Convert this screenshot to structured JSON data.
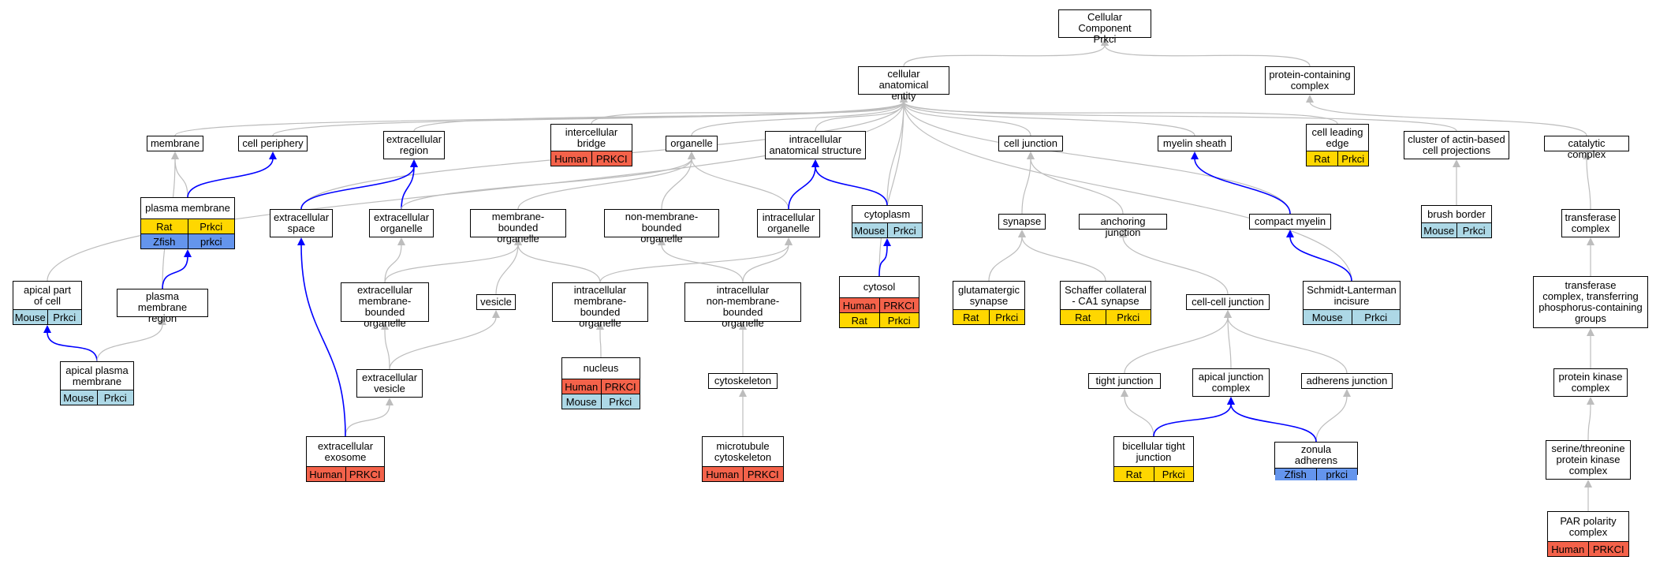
{
  "colors": {
    "Human": "#f4624a",
    "Rat": "#ffd700",
    "Mouse": "#add8e6",
    "Zfish": "#6495ed",
    "edge_isa": "#bdbdbd",
    "edge_partof": "#0000ff"
  },
  "nodes": [
    {
      "id": "cc",
      "label": "Cellular Component\nPrkci",
      "annotations": []
    },
    {
      "id": "cae",
      "label": "cellular anatomical\nentity",
      "annotations": []
    },
    {
      "id": "pcc",
      "label": "protein-containing\ncomplex",
      "annotations": []
    },
    {
      "id": "membrane",
      "label": "membrane",
      "annotations": []
    },
    {
      "id": "periphery",
      "label": "cell periphery",
      "annotations": []
    },
    {
      "id": "exreg",
      "label": "extracellular\nregion",
      "annotations": []
    },
    {
      "id": "icbridge",
      "label": "intercellular\nbridge",
      "annotations": [
        {
          "species": "Human",
          "gene": "PRKCI"
        }
      ]
    },
    {
      "id": "organelle",
      "label": "organelle",
      "annotations": []
    },
    {
      "id": "icas",
      "label": "intracellular\nanatomical structure",
      "annotations": []
    },
    {
      "id": "celljunction",
      "label": "cell junction",
      "annotations": []
    },
    {
      "id": "myelin",
      "label": "myelin sheath",
      "annotations": []
    },
    {
      "id": "leadingedge",
      "label": "cell leading\nedge",
      "annotations": [
        {
          "species": "Rat",
          "gene": "Prkci"
        }
      ]
    },
    {
      "id": "actinproj",
      "label": "cluster of actin-based\ncell projections",
      "annotations": []
    },
    {
      "id": "catalytic",
      "label": "catalytic complex",
      "annotations": []
    },
    {
      "id": "pm",
      "label": "plasma membrane",
      "annotations": [
        {
          "species": "Rat",
          "gene": "Prkci"
        },
        {
          "species": "Zfish",
          "gene": "prkci"
        }
      ]
    },
    {
      "id": "exspace",
      "label": "extracellular\nspace",
      "annotations": []
    },
    {
      "id": "exorg",
      "label": "extracellular\norganelle",
      "annotations": []
    },
    {
      "id": "mbo",
      "label": "membrane-bounded\norganelle",
      "annotations": []
    },
    {
      "id": "nmbo",
      "label": "non-membrane-bounded\norganelle",
      "annotations": []
    },
    {
      "id": "icorg",
      "label": "intracellular\norganelle",
      "annotations": []
    },
    {
      "id": "cytoplasm",
      "label": "cytoplasm",
      "annotations": [
        {
          "species": "Mouse",
          "gene": "Prkci"
        }
      ]
    },
    {
      "id": "synapse",
      "label": "synapse",
      "annotations": []
    },
    {
      "id": "anchoring",
      "label": "anchoring junction",
      "annotations": []
    },
    {
      "id": "compactmyelin",
      "label": "compact myelin",
      "annotations": []
    },
    {
      "id": "brushborder",
      "label": "brush border",
      "annotations": [
        {
          "species": "Mouse",
          "gene": "Prkci"
        }
      ]
    },
    {
      "id": "transferase",
      "label": "transferase\ncomplex",
      "annotations": []
    },
    {
      "id": "apicalpart",
      "label": "apical part\nof cell",
      "annotations": [
        {
          "species": "Mouse",
          "gene": "Prkci"
        }
      ]
    },
    {
      "id": "pmregion",
      "label": "plasma membrane\nregion",
      "annotations": []
    },
    {
      "id": "exmbo",
      "label": "extracellular\nmembrane-bounded\norganelle",
      "annotations": []
    },
    {
      "id": "vesicle",
      "label": "vesicle",
      "annotations": []
    },
    {
      "id": "icmbo",
      "label": "intracellular\nmembrane-bounded\norganelle",
      "annotations": []
    },
    {
      "id": "icnmbo",
      "label": "intracellular\nnon-membrane-bounded\norganelle",
      "annotations": []
    },
    {
      "id": "cytosol",
      "label": "cytosol",
      "annotations": [
        {
          "species": "Human",
          "gene": "PRKCI"
        },
        {
          "species": "Rat",
          "gene": "Prkci"
        }
      ]
    },
    {
      "id": "glutsyn",
      "label": "glutamatergic\nsynapse",
      "annotations": [
        {
          "species": "Rat",
          "gene": "Prkci"
        }
      ]
    },
    {
      "id": "schaffer",
      "label": "Schaffer collateral\n- CA1 synapse",
      "annotations": [
        {
          "species": "Rat",
          "gene": "Prkci"
        }
      ]
    },
    {
      "id": "cellcell",
      "label": "cell-cell junction",
      "annotations": []
    },
    {
      "id": "schmidt",
      "label": "Schmidt-Lanterman\nincisure",
      "annotations": [
        {
          "species": "Mouse",
          "gene": "Prkci"
        }
      ]
    },
    {
      "id": "transferase2",
      "label": "transferase\ncomplex, transferring\nphosphorus-containing\ngroups",
      "annotations": []
    },
    {
      "id": "apicalpm",
      "label": "apical plasma\nmembrane",
      "annotations": [
        {
          "species": "Mouse",
          "gene": "Prkci"
        }
      ]
    },
    {
      "id": "exvesicle",
      "label": "extracellular\nvesicle",
      "annotations": []
    },
    {
      "id": "nucleus",
      "label": "nucleus",
      "annotations": [
        {
          "species": "Human",
          "gene": "PRKCI"
        },
        {
          "species": "Mouse",
          "gene": "Prkci"
        }
      ]
    },
    {
      "id": "cytoskeleton",
      "label": "cytoskeleton",
      "annotations": []
    },
    {
      "id": "tightjunction",
      "label": "tight junction",
      "annotations": []
    },
    {
      "id": "apicaljunction",
      "label": "apical junction\ncomplex",
      "annotations": []
    },
    {
      "id": "adherens",
      "label": "adherens junction",
      "annotations": []
    },
    {
      "id": "pkc",
      "label": "protein kinase\ncomplex",
      "annotations": []
    },
    {
      "id": "exosome",
      "label": "extracellular\nexosome",
      "annotations": [
        {
          "species": "Human",
          "gene": "PRKCI"
        }
      ]
    },
    {
      "id": "mtcyto",
      "label": "microtubule\ncytoskeleton",
      "annotations": [
        {
          "species": "Human",
          "gene": "PRKCI"
        }
      ]
    },
    {
      "id": "bicellular",
      "label": "bicellular tight\njunction",
      "annotations": [
        {
          "species": "Rat",
          "gene": "Prkci"
        }
      ]
    },
    {
      "id": "zonula",
      "label": "zonula adherens",
      "annotations": [
        {
          "species": "Zfish",
          "gene": "prkci"
        }
      ]
    },
    {
      "id": "serthr",
      "label": "serine/threonine\nprotein kinase\ncomplex",
      "annotations": []
    },
    {
      "id": "par",
      "label": "PAR polarity\ncomplex",
      "annotations": [
        {
          "species": "Human",
          "gene": "PRKCI"
        }
      ]
    }
  ],
  "edges": [
    {
      "from": "cae",
      "to": "cc",
      "type": "is_a"
    },
    {
      "from": "pcc",
      "to": "cc",
      "type": "is_a"
    },
    {
      "from": "membrane",
      "to": "cae",
      "type": "is_a"
    },
    {
      "from": "periphery",
      "to": "cae",
      "type": "is_a"
    },
    {
      "from": "exreg",
      "to": "cae",
      "type": "is_a"
    },
    {
      "from": "icbridge",
      "to": "cae",
      "type": "is_a"
    },
    {
      "from": "organelle",
      "to": "cae",
      "type": "is_a"
    },
    {
      "from": "icas",
      "to": "cae",
      "type": "is_a"
    },
    {
      "from": "celljunction",
      "to": "cae",
      "type": "is_a"
    },
    {
      "from": "myelin",
      "to": "cae",
      "type": "is_a"
    },
    {
      "from": "leadingedge",
      "to": "cae",
      "type": "is_a"
    },
    {
      "from": "actinproj",
      "to": "cae",
      "type": "is_a"
    },
    {
      "from": "apicalpart",
      "to": "cae",
      "type": "is_a"
    },
    {
      "from": "exspace",
      "to": "cae",
      "type": "is_a"
    },
    {
      "from": "cytoplasm",
      "to": "cae",
      "type": "is_a"
    },
    {
      "from": "cytosol",
      "to": "cae",
      "type": "is_a"
    },
    {
      "from": "compactmyelin",
      "to": "cae",
      "type": "is_a"
    },
    {
      "from": "schmidt",
      "to": "cae",
      "type": "is_a"
    },
    {
      "from": "catalytic",
      "to": "pcc",
      "type": "is_a"
    },
    {
      "from": "pm",
      "to": "membrane",
      "type": "is_a"
    },
    {
      "from": "pmregion",
      "to": "membrane",
      "type": "is_a"
    },
    {
      "from": "pm",
      "to": "periphery",
      "type": "part_of"
    },
    {
      "from": "exspace",
      "to": "exreg",
      "type": "part_of"
    },
    {
      "from": "exorg",
      "to": "exreg",
      "type": "part_of"
    },
    {
      "from": "exorg",
      "to": "organelle",
      "type": "is_a"
    },
    {
      "from": "mbo",
      "to": "organelle",
      "type": "is_a"
    },
    {
      "from": "nmbo",
      "to": "organelle",
      "type": "is_a"
    },
    {
      "from": "icorg",
      "to": "organelle",
      "type": "is_a"
    },
    {
      "from": "icorg",
      "to": "icas",
      "type": "part_of"
    },
    {
      "from": "cytoplasm",
      "to": "icas",
      "type": "part_of"
    },
    {
      "from": "cytosol",
      "to": "cytoplasm",
      "type": "part_of"
    },
    {
      "from": "pmregion",
      "to": "pm",
      "type": "part_of"
    },
    {
      "from": "apicalpm",
      "to": "apicalpart",
      "type": "part_of"
    },
    {
      "from": "apicalpm",
      "to": "pmregion",
      "type": "is_a"
    },
    {
      "from": "exmbo",
      "to": "exorg",
      "type": "is_a"
    },
    {
      "from": "exmbo",
      "to": "mbo",
      "type": "is_a"
    },
    {
      "from": "vesicle",
      "to": "mbo",
      "type": "is_a"
    },
    {
      "from": "icmbo",
      "to": "mbo",
      "type": "is_a"
    },
    {
      "from": "icmbo",
      "to": "icorg",
      "type": "is_a"
    },
    {
      "from": "icnmbo",
      "to": "nmbo",
      "type": "is_a"
    },
    {
      "from": "icnmbo",
      "to": "icorg",
      "type": "is_a"
    },
    {
      "from": "exvesicle",
      "to": "exmbo",
      "type": "is_a"
    },
    {
      "from": "exvesicle",
      "to": "vesicle",
      "type": "is_a"
    },
    {
      "from": "exosome",
      "to": "exvesicle",
      "type": "is_a"
    },
    {
      "from": "exosome",
      "to": "exspace",
      "type": "part_of"
    },
    {
      "from": "nucleus",
      "to": "icmbo",
      "type": "is_a"
    },
    {
      "from": "cytoskeleton",
      "to": "icnmbo",
      "type": "is_a"
    },
    {
      "from": "mtcyto",
      "to": "cytoskeleton",
      "type": "is_a"
    },
    {
      "from": "synapse",
      "to": "celljunction",
      "type": "is_a"
    },
    {
      "from": "anchoring",
      "to": "celljunction",
      "type": "is_a"
    },
    {
      "from": "glutsyn",
      "to": "synapse",
      "type": "is_a"
    },
    {
      "from": "schaffer",
      "to": "synapse",
      "type": "is_a"
    },
    {
      "from": "cellcell",
      "to": "anchoring",
      "type": "is_a"
    },
    {
      "from": "tightjunction",
      "to": "cellcell",
      "type": "is_a"
    },
    {
      "from": "apicaljunction",
      "to": "cellcell",
      "type": "is_a"
    },
    {
      "from": "adherens",
      "to": "cellcell",
      "type": "is_a"
    },
    {
      "from": "bicellular",
      "to": "tightjunction",
      "type": "is_a"
    },
    {
      "from": "bicellular",
      "to": "apicaljunction",
      "type": "part_of"
    },
    {
      "from": "zonula",
      "to": "adherens",
      "type": "is_a"
    },
    {
      "from": "zonula",
      "to": "apicaljunction",
      "type": "part_of"
    },
    {
      "from": "compactmyelin",
      "to": "myelin",
      "type": "part_of"
    },
    {
      "from": "schmidt",
      "to": "compactmyelin",
      "type": "part_of"
    },
    {
      "from": "brushborder",
      "to": "actinproj",
      "type": "is_a"
    },
    {
      "from": "transferase",
      "to": "catalytic",
      "type": "is_a"
    },
    {
      "from": "transferase2",
      "to": "transferase",
      "type": "is_a"
    },
    {
      "from": "pkc",
      "to": "transferase2",
      "type": "is_a"
    },
    {
      "from": "serthr",
      "to": "pkc",
      "type": "is_a"
    },
    {
      "from": "par",
      "to": "serthr",
      "type": "is_a"
    }
  ]
}
